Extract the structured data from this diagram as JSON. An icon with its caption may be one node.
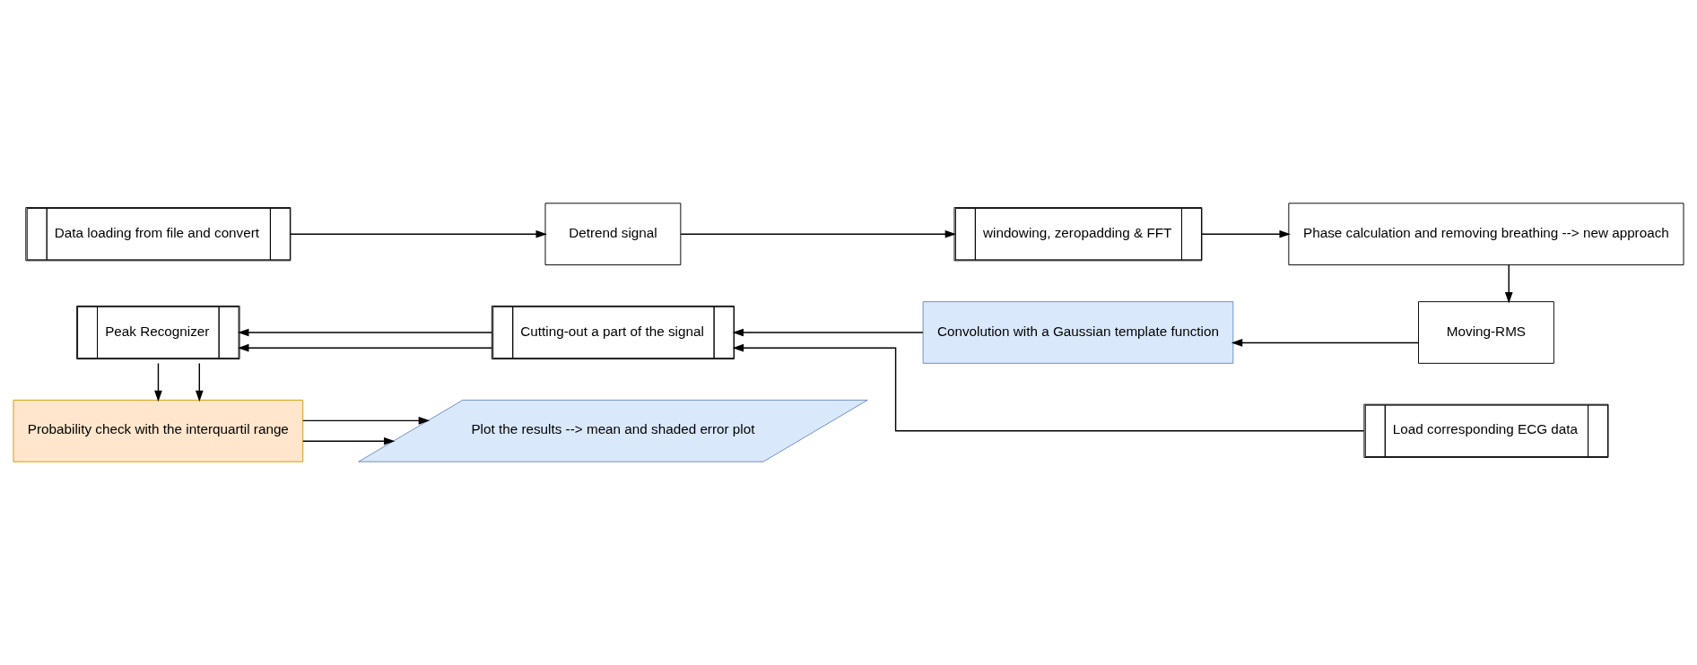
{
  "diagram": {
    "nodes": [
      {
        "text": [
          "Data loading from file and convert"
        ]
      },
      {
        "text": [
          "Detrend signal"
        ]
      },
      {
        "text": [
          "windowing, zeropadding & FFT"
        ]
      },
      {
        "text": [
          "Phase calculation and removing breathing --> new approach"
        ]
      },
      {
        "text": [
          "Moving-RMS"
        ]
      },
      {
        "text": [
          "Convolution with a Gaussian template function"
        ]
      },
      {
        "text": [
          "Cutting-out a part of the signal"
        ]
      },
      {
        "text": [
          "Peak Recognizer"
        ]
      },
      {
        "text": [
          "Load corresponding ECG data"
        ]
      },
      {
        "text": [
          "Probability check with the interquartil range"
        ]
      },
      {
        "text": [
          "Plot the results --> mean and shaded error plot"
        ]
      }
    ],
    "edges": [
      {
        "from": 0,
        "to": 1,
        "arrow": "to"
      },
      {
        "from": 1,
        "to": 2,
        "arrow": "to"
      },
      {
        "from": 2,
        "to": 3,
        "arrow": "to"
      },
      {
        "from": 3,
        "to": 4,
        "arrow": "to"
      },
      {
        "from": 4,
        "to": 5,
        "arrow": "to"
      },
      {
        "from": 5,
        "to": 6,
        "arrow": "to"
      },
      {
        "from": 6,
        "to": 7,
        "arrow": "to"
      },
      {
        "from": 6,
        "to": 7,
        "arrow": "to"
      },
      {
        "from": 8,
        "to": 6,
        "arrow": "to"
      },
      {
        "from": 7,
        "to": 9,
        "arrow": "to"
      },
      {
        "from": 7,
        "to": 9,
        "arrow": "to"
      },
      {
        "from": 9,
        "to": 10,
        "arrow": "to"
      },
      {
        "from": 9,
        "to": 10,
        "arrow": "to"
      }
    ]
  }
}
